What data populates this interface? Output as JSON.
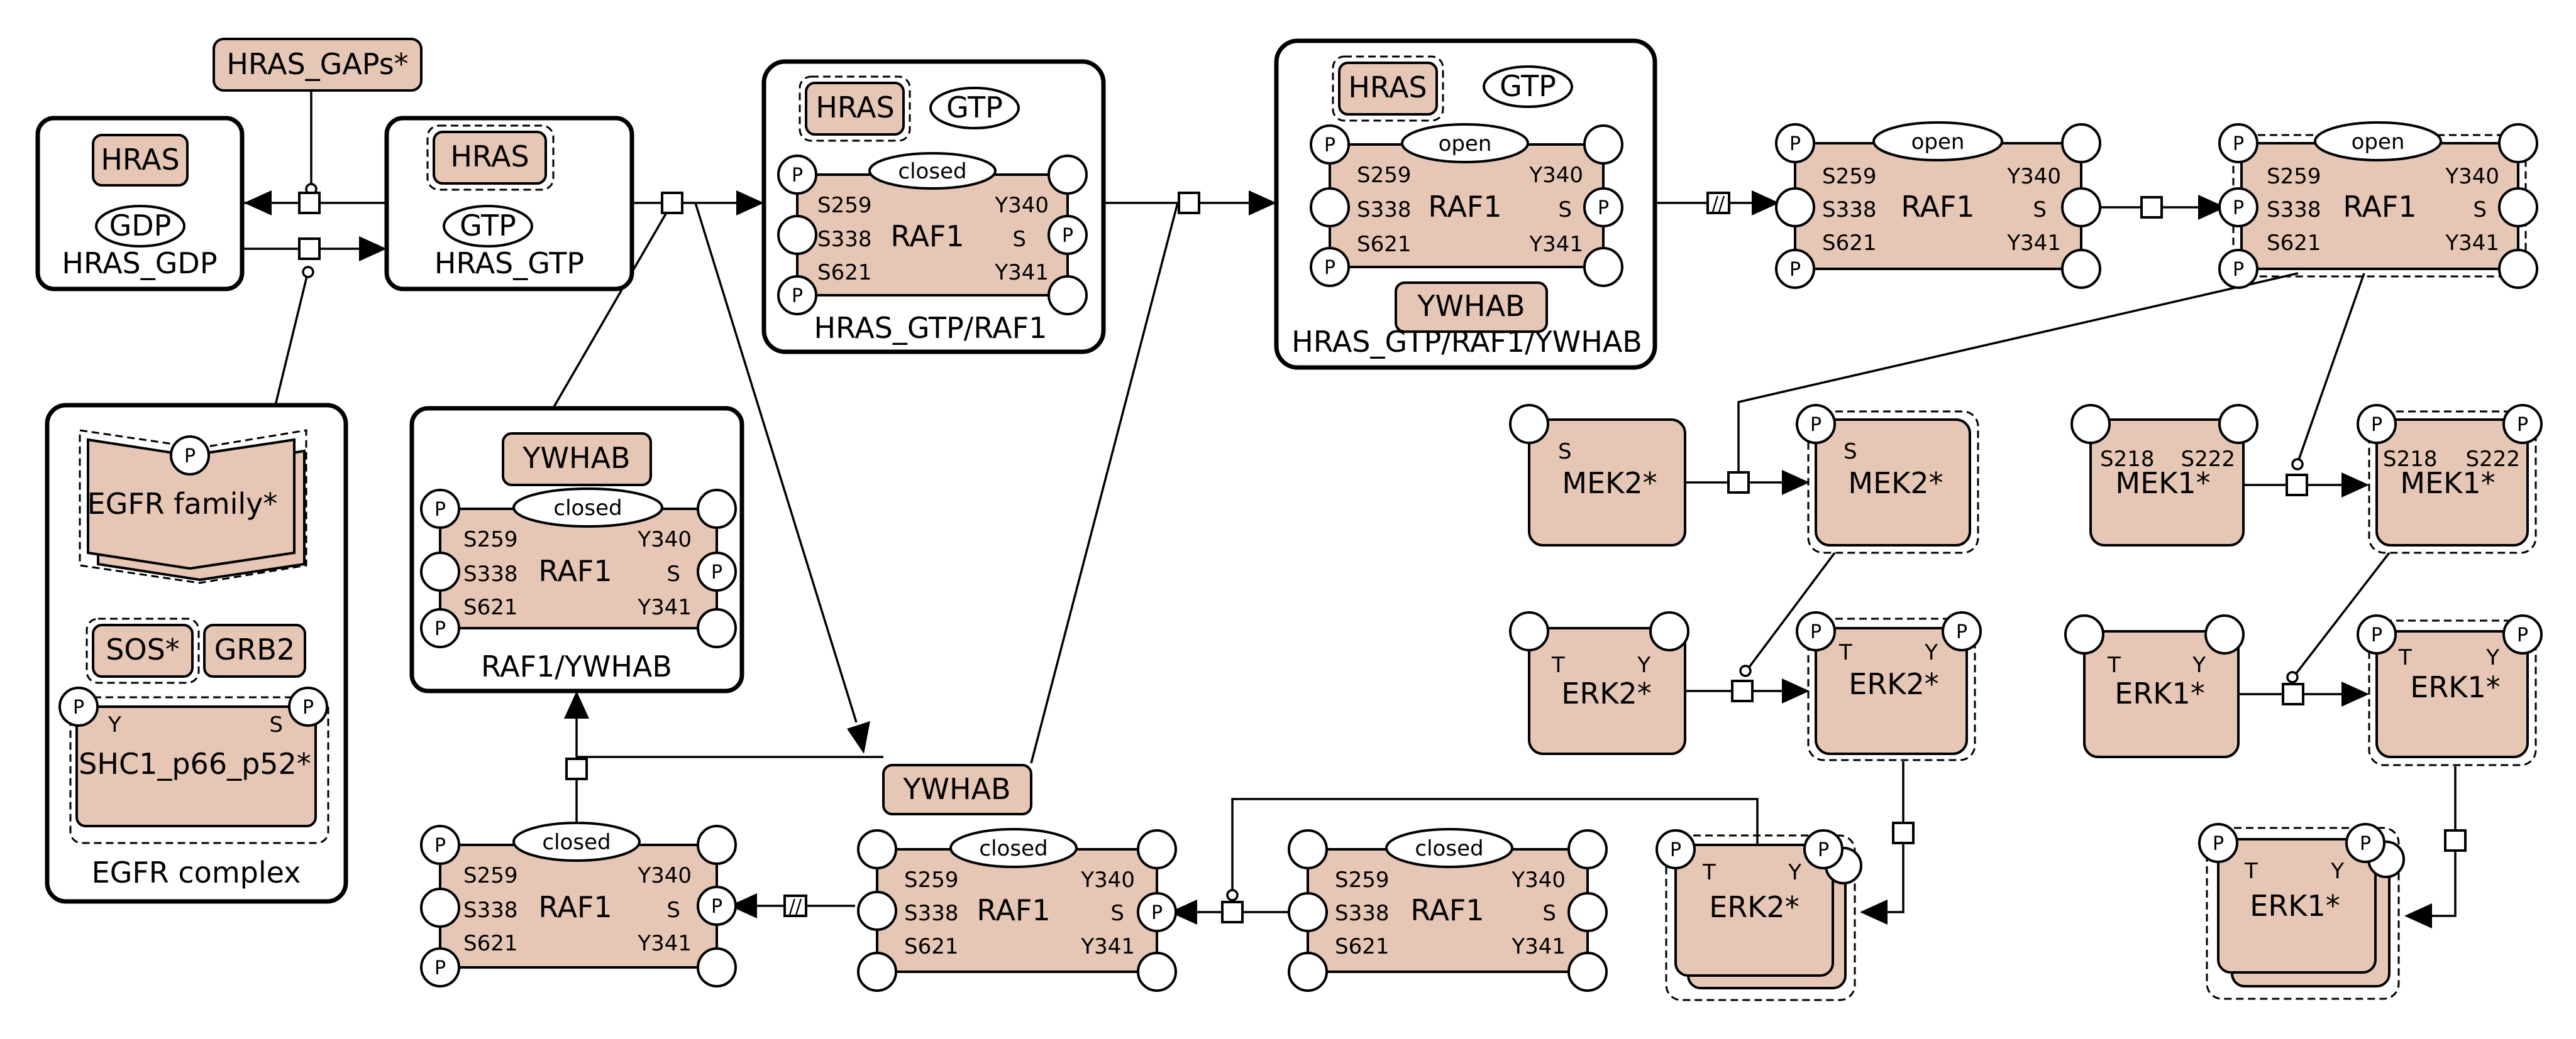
{
  "labels": {
    "hras": "HRAS",
    "gdp": "GDP",
    "gtp": "GTP",
    "hras_gdp": "HRAS_GDP",
    "hras_gtp": "HRAS_GTP",
    "hras_gaps": "HRAS_GAPs*",
    "raf1": "RAF1",
    "ywhab": "YWHAB",
    "hras_gtp_raf1": "HRAS_GTP/RAF1",
    "hras_gtp_raf1_ywhab": "HRAS_GTP/RAF1/YWHAB",
    "raf1_ywhab": "RAF1/YWHAB",
    "egfr_family": "EGFR family*",
    "sos": "SOS*",
    "grb2": "GRB2",
    "shc1": "SHC1_p66_p52*",
    "egfr_complex": "EGFR complex",
    "mek2": "MEK2*",
    "mek1": "MEK1*",
    "erk2": "ERK2*",
    "erk1": "ERK1*"
  },
  "states": {
    "p": "P",
    "closed": "closed",
    "open": "open",
    "s259": "S259",
    "s338": "S338",
    "s621": "S621",
    "y340": "Y340",
    "y341": "Y341",
    "s": "S",
    "y": "Y",
    "t": "T",
    "s218": "S218",
    "s222": "S222"
  },
  "process_marks": {
    "omitted": "//"
  },
  "colors": {
    "entity_fill": "#e6c7b5",
    "line": "#000000",
    "background": "#ffffff"
  }
}
